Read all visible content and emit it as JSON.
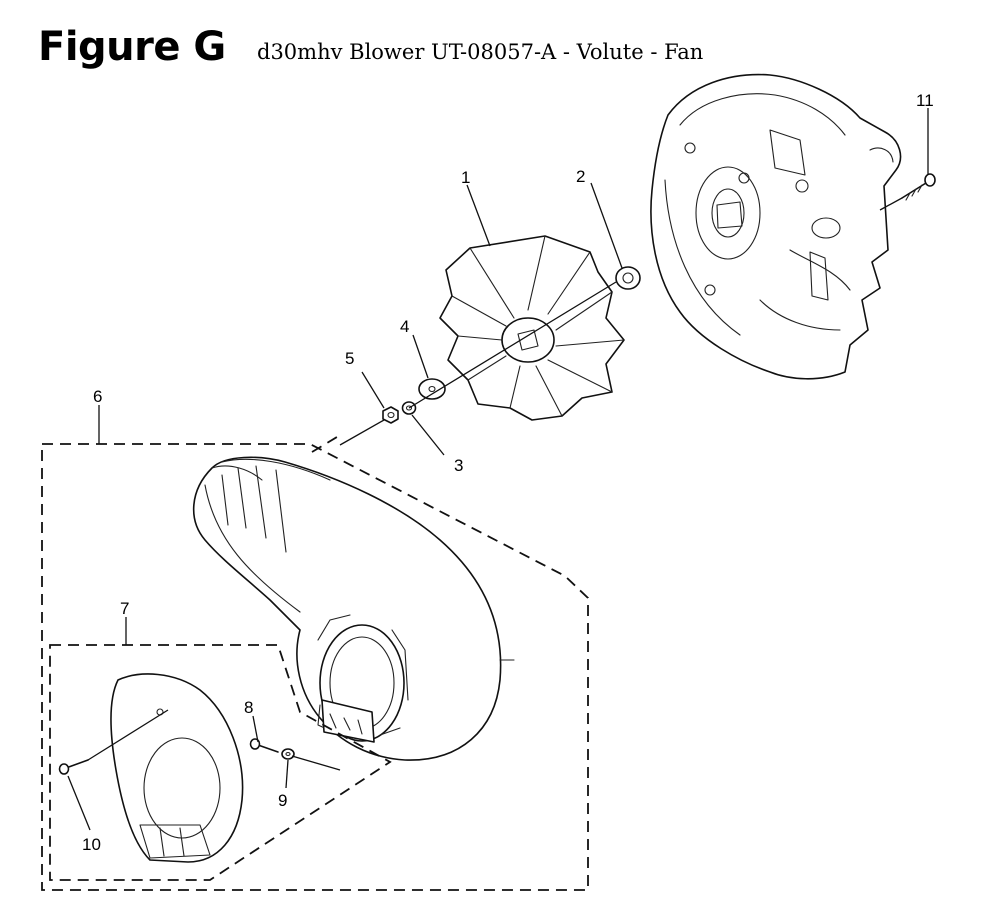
{
  "header": {
    "figure_label": "Figure G",
    "caption": "d30mhv Blower UT-08057-A - Volute - Fan"
  },
  "callouts": {
    "c1": "1",
    "c2": "2",
    "c3": "3",
    "c4": "4",
    "c5": "5",
    "c6": "6",
    "c7": "7",
    "c8": "8",
    "c9": "9",
    "c10": "10",
    "c11": "11"
  }
}
